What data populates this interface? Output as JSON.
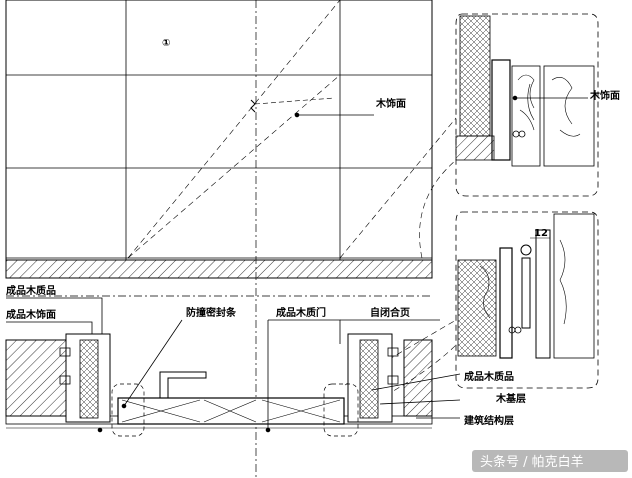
{
  "elevation": {
    "marker": "①",
    "wood_face_label": "木饰面"
  },
  "detail_top": {
    "wood_face_label": "木饰面"
  },
  "detail_bottom": {
    "dimension": "12"
  },
  "plan": {
    "labels": {
      "finished_wood_product": "成品木质品",
      "finished_wood_face": "成品木饰面",
      "anti_collision_seal": "防撞密封条",
      "finished_wood_door": "成品木质门",
      "self_closing_hinge": "自闭合页",
      "finished_wood_product_right": "成品木质品",
      "wood_base_layer": "木基层",
      "building_structure_layer": "建筑结构层"
    }
  },
  "watermark": "头条号 / 帕克白羊",
  "colors": {
    "line": "#000000",
    "background": "#ffffff"
  }
}
